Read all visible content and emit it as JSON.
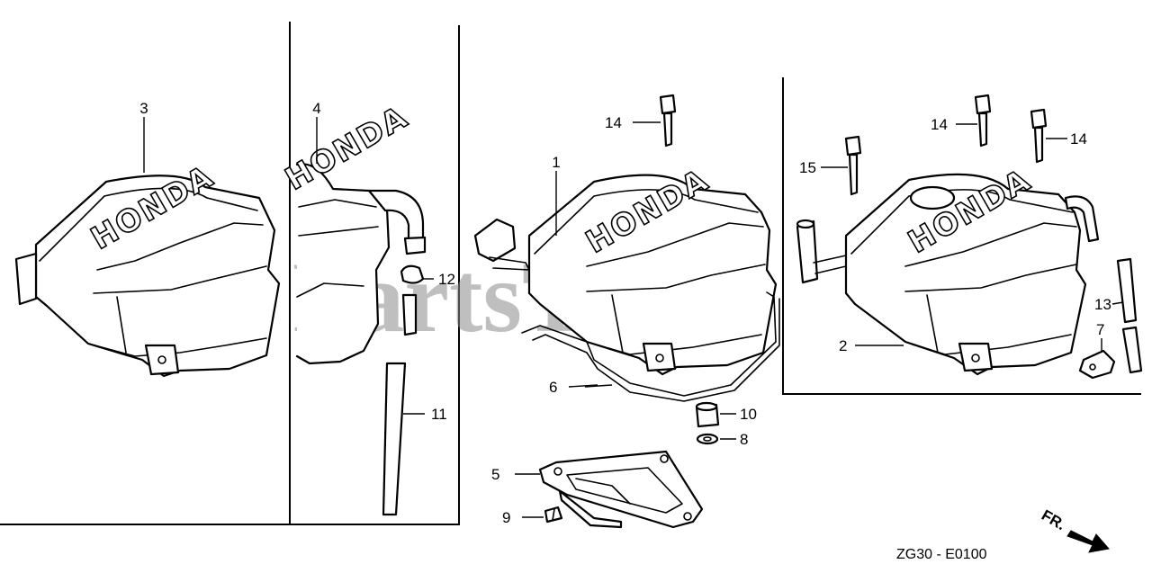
{
  "watermark": "PartsTree",
  "brand_mark": "HONDA",
  "diagram_code": "ZG30 - E0100",
  "direction_label": "FR.",
  "callouts": {
    "c1": "1",
    "c2": "2",
    "c3": "3",
    "c4": "4",
    "c5": "5",
    "c6": "6",
    "c7": "7",
    "c8": "8",
    "c9": "9",
    "c10": "10",
    "c11": "11",
    "c12": "12",
    "c13": "13",
    "c14a": "14",
    "c14b": "14",
    "c14c": "14",
    "c15": "15"
  }
}
